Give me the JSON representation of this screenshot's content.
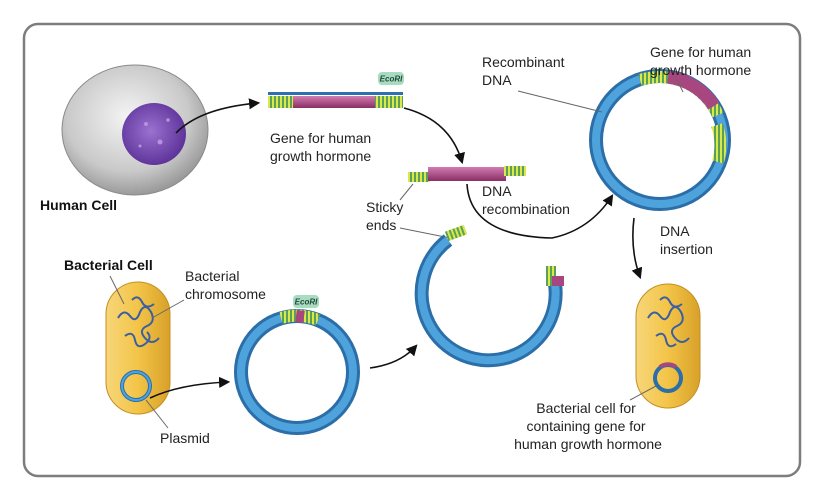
{
  "labels": {
    "human_cell": "Human Cell",
    "bacterial_cell": "Bacterial Cell",
    "bacterial_chromosome": [
      "Bacterial",
      "chromosome"
    ],
    "plasmid": "Plasmid",
    "gene_top": [
      "Gene for human",
      "growth hormone"
    ],
    "sticky_ends": [
      "Sticky",
      "ends"
    ],
    "dna_recombination": [
      "DNA",
      "recombination"
    ],
    "recombinant_dna": [
      "Recombinant",
      "DNA"
    ],
    "gene_ring": [
      "Gene for human",
      "growth hormone"
    ],
    "dna_insertion": [
      "DNA",
      "insertion"
    ],
    "final_cell": [
      "Bacterial cell for",
      "containing gene for",
      "human growth hormone"
    ]
  },
  "enzyme_tags": [
    "EcoRI",
    "EcoRI"
  ],
  "colors": {
    "gene": "#a8477f",
    "plasmid_ring": "#3f8fc9",
    "bacterium": "#f0c24c",
    "nucleus": "#7a4cb5",
    "sticky_end": "#dbe84a"
  }
}
